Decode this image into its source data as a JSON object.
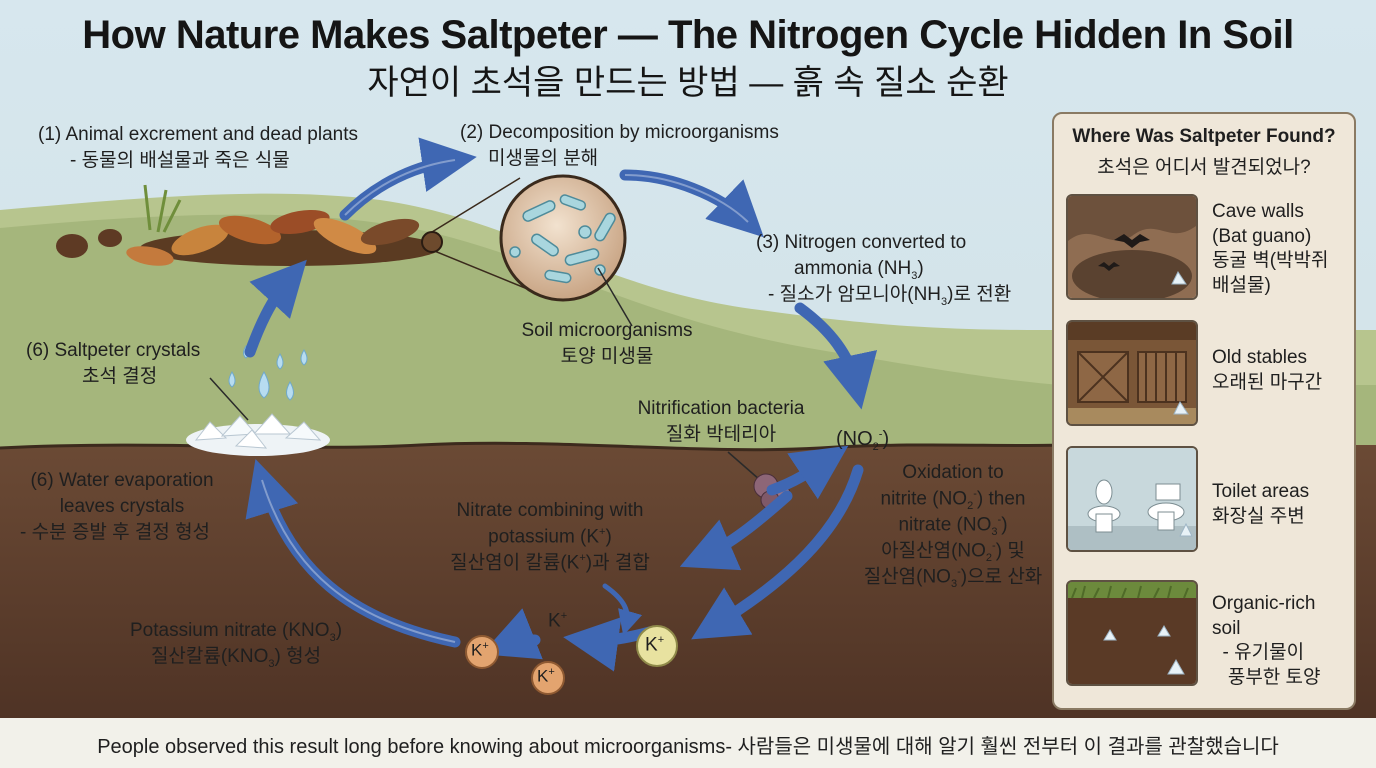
{
  "title": {
    "en": "How Nature Makes Saltpeter — The Nitrogen Cycle Hidden In Soil",
    "ko": "자연이 초석을 만드는 방법 — 흙 속 질소 순환"
  },
  "steps": {
    "step1": {
      "en": "(1) Animal excrement and dead plants",
      "ko": "- 동물의 배설물과 죽은 식물"
    },
    "step2": {
      "en": "(2) Decomposition by microorganisms",
      "ko": "미생물의 분해"
    },
    "step3": {
      "en_line1": "(3) Nitrogen converted to",
      "en_line2_pre": "ammonia (NH",
      "sub": "3",
      "en_line2_post": ")",
      "ko_pre": "- 질소가 암모니아(NH",
      "ko_post": ")로 전환"
    },
    "microorganisms": {
      "en": "Soil microorganisms",
      "ko": "토양 미생물"
    },
    "nitrification": {
      "en": "Nitrification bacteria",
      "ko": "질화 박테리아"
    },
    "nitrite": {
      "pre": "(NO",
      "sub": "2",
      "sup": "-",
      "post": ")"
    },
    "oxidation": {
      "line1": "Oxidation to",
      "line2_pre": "nitrite (NO",
      "line2_post": ") then",
      "line3_pre": "nitrate (NO",
      "line3_post": ")",
      "ko1_pre": "아질산염(NO",
      "ko1_post": ") 및",
      "ko2_pre": "질산염(NO",
      "ko2_post": ")으로 산화",
      "sub2": "2",
      "sub3": "3",
      "sup": "-"
    },
    "combining": {
      "line1": "Nitrate combining with",
      "line2_pre": "potassium (K",
      "line2_post": ")",
      "ko_pre": "질산염이 칼륨(K",
      "ko_post": ")과 결합",
      "sup": "+"
    },
    "potassium_nitrate": {
      "en_pre": "Potassium nitrate (KNO",
      "en_post": ")",
      "ko_pre": "질산칼륨(KNO",
      "ko_post": ") 형성",
      "sub": "3"
    },
    "evaporation": {
      "line1": "(6) Water evaporation",
      "line2": "leaves crystals",
      "ko": "- 수분 증발 후 결정 형성"
    },
    "crystals": {
      "en": "(6) Saltpeter crystals",
      "ko": "초석 결정"
    }
  },
  "ions": {
    "k": "K",
    "plus": "+"
  },
  "panel": {
    "heading_en": "Where Was Saltpeter Found?",
    "heading_ko": "초석은 어디서 발견되었나?",
    "items": [
      {
        "lines": [
          "Cave walls",
          "(Bat guano)",
          "동굴 벽(박박쥐",
          "배설물)"
        ]
      },
      {
        "lines": [
          "Old stables",
          "오래된 마구간"
        ]
      },
      {
        "lines": [
          "Toilet areas",
          "화장실 주변"
        ]
      },
      {
        "lines": [
          "Organic-rich",
          "soil",
          "  - 유기물이",
          "   풍부한 토양"
        ]
      }
    ]
  },
  "footer": "People observed this result long before knowing about microorganisms- 사람들은 미생물에 대해 알기 훨씬 전부터 이 결과를 관찰했습니다"
}
